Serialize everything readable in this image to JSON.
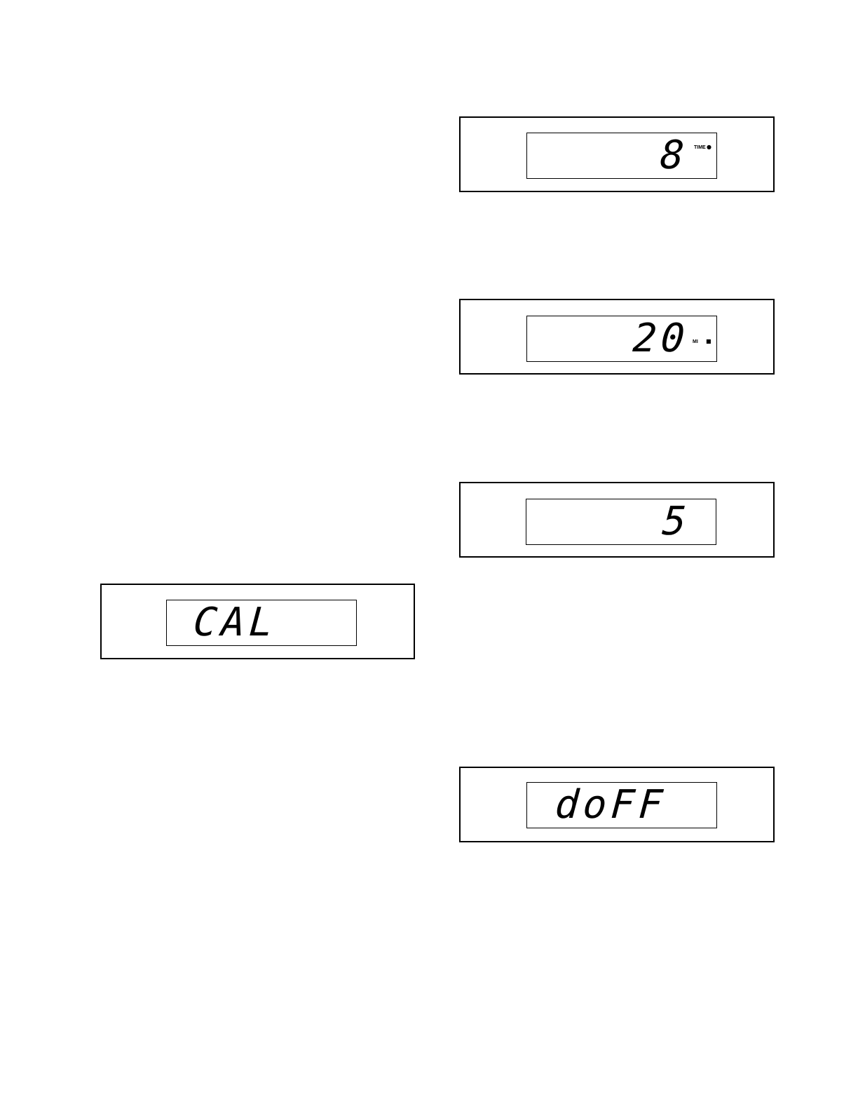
{
  "displays": [
    {
      "value": "8",
      "indicator": "TIME",
      "indicator_icon": "clock-icon"
    },
    {
      "value": "20",
      "indicator": "MI",
      "indicator_icon": "distance-icon"
    },
    {
      "value": "5"
    },
    {
      "value": "CAL"
    },
    {
      "value": "doFF"
    }
  ]
}
